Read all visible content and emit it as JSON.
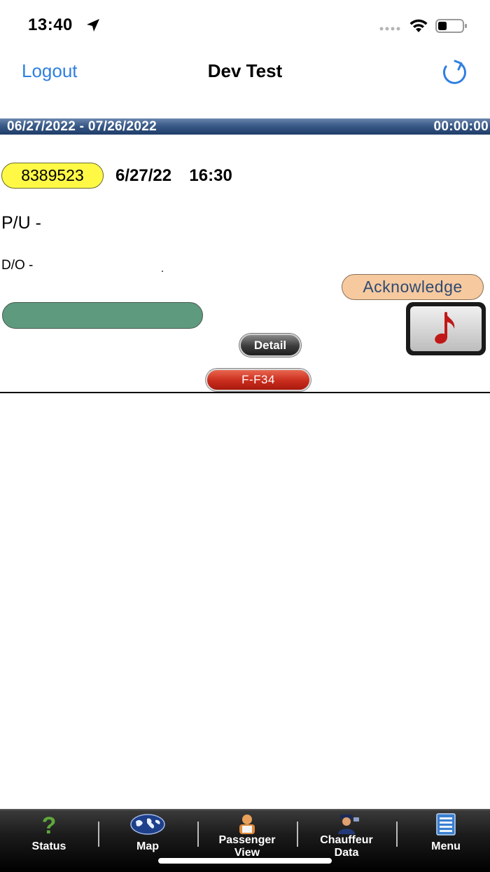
{
  "status_bar": {
    "time": "13:40"
  },
  "nav": {
    "logout_label": "Logout",
    "title": "Dev Test"
  },
  "date_bar": {
    "range": "06/27/2022 - 07/26/2022",
    "timer": "00:00:00"
  },
  "trip": {
    "id": "8389523",
    "datetime": "6/27/22  16:30",
    "pickup_label": "P/U -",
    "dropoff_label": "D/O -",
    "acknowledge_label": "Acknowledge",
    "detail_label": "Detail",
    "vehicle_label": "F-F34"
  },
  "colors": {
    "accent": "#2f7fe0",
    "badge": "#fff946",
    "acknowledge": "#f6c99f",
    "status_pill": "#5e9a7e",
    "vehicle_button": "#c92c1c"
  },
  "tabs": [
    {
      "label": "Status",
      "icon": "question-icon"
    },
    {
      "label": "Map",
      "icon": "globe-icon"
    },
    {
      "label": "Passenger View",
      "icon": "passenger-icon"
    },
    {
      "label": "Chauffeur Data",
      "icon": "chauffeur-icon"
    },
    {
      "label": "Menu",
      "icon": "menu-list-icon"
    }
  ]
}
